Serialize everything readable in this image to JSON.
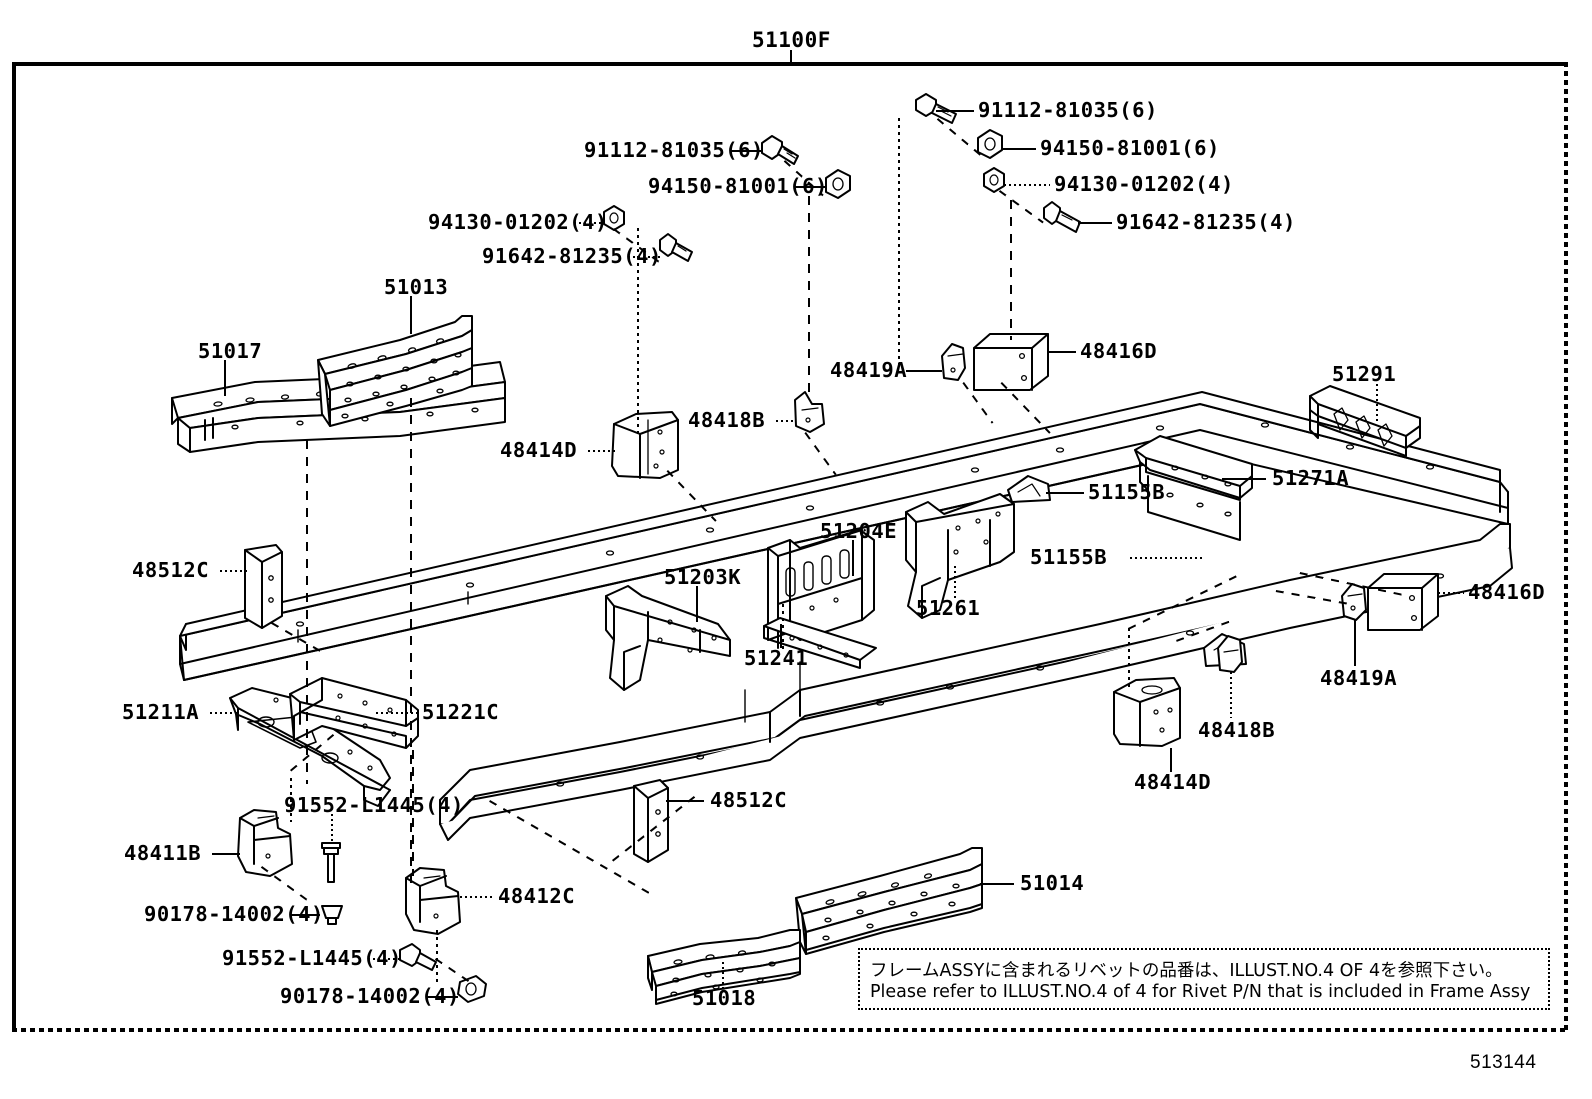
{
  "diagram": {
    "title": "51100F",
    "drawing_number": "513144",
    "note": {
      "line_ja": "フレームASSYに含まれるリベットの品番は、ILLUST.NO.4 OF 4を参照下さい。",
      "line_en": "Please refer to ILLUST.NO.4 of 4 for Rivet P/N that is included in Frame Assy"
    }
  },
  "callouts": {
    "fastener_left_bolt_top": "91112-81035(6)",
    "fastener_left_nut_top": "94150-81001(6)",
    "fastener_left_nut_low": "94130-01202(4)",
    "fastener_left_bolt_low": "91642-81235(4)",
    "fastener_right_bolt_top": "91112-81035(6)",
    "fastener_right_nut_top": "94150-81001(6)",
    "fastener_right_nut_low": "94130-01202(4)",
    "fastener_right_bolt_low": "91642-81235(4)",
    "rail_51013": "51013",
    "rail_51017": "51017",
    "rail_51291": "51291",
    "bracket_48512C_left": "48512C",
    "bracket_48414D_upper": "48414D",
    "bracket_48418B_upper": "48418B",
    "bracket_48419A_upper": "48419A",
    "bracket_48416D_upper": "48416D",
    "bracket_51155B_upper": "51155B",
    "crossmember_51271A": "51271A",
    "crossmember_51204E": "51204E",
    "crossmember_51203K": "51203K",
    "plate_51241": "51241",
    "crossmember_51261": "51261",
    "bracket_51155B_lower": "51155B",
    "bracket_48416D_lower": "48416D",
    "bracket_48419A_lower": "48419A",
    "bracket_48418B_lower": "48418B",
    "bracket_48414D_lower": "48414D",
    "crossmember_51211A": "51211A",
    "crossmember_51221C": "51221C",
    "bolt_91552_upper": "91552-L1445(4)",
    "bracket_48411B": "48411B",
    "nut_90178_upper": "90178-14002(4)",
    "bracket_48412C": "48412C",
    "bolt_91552_lower": "91552-L1445(4)",
    "nut_90178_lower": "90178-14002(4)",
    "bracket_48512C_lower": "48512C",
    "rail_51014": "51014",
    "rail_51018": "51018"
  }
}
